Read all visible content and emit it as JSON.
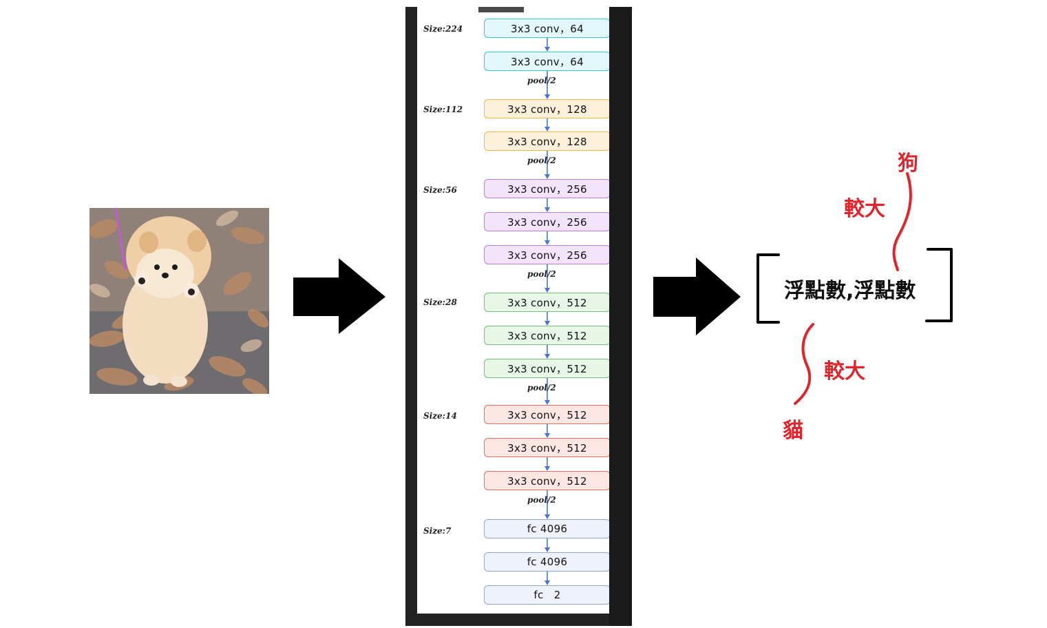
{
  "network": {
    "layers": [
      {
        "label": "3x3 conv，64",
        "color": "cyan"
      },
      {
        "label": "3x3 conv，64",
        "color": "cyan"
      },
      {
        "label": "3x3 conv，128",
        "color": "orange"
      },
      {
        "label": "3x3 conv，128",
        "color": "orange"
      },
      {
        "label": "3x3 conv，256",
        "color": "purple"
      },
      {
        "label": "3x3 conv，256",
        "color": "purple"
      },
      {
        "label": "3x3 conv，256",
        "color": "purple"
      },
      {
        "label": "3x3 conv，512",
        "color": "green"
      },
      {
        "label": "3x3 conv，512",
        "color": "green"
      },
      {
        "label": "3x3 conv，512",
        "color": "green"
      },
      {
        "label": "3x3 conv，512",
        "color": "red"
      },
      {
        "label": "3x3 conv，512",
        "color": "red"
      },
      {
        "label": "3x3 conv，512",
        "color": "red"
      },
      {
        "label": "fc 4096",
        "color": "blue"
      },
      {
        "label": "fc 4096",
        "color": "blue"
      },
      {
        "label": "fc   2",
        "color": "blue"
      }
    ],
    "size_labels": [
      "Size:224",
      "Size:112",
      "Size:56",
      "Size:28",
      "Size:14",
      "Size:7"
    ],
    "pool_label": "pool/2",
    "colors": {
      "cyan": {
        "fill": "#e3f8fb",
        "stroke": "#3cc5d8"
      },
      "orange": {
        "fill": "#fdf1dc",
        "stroke": "#f0b450"
      },
      "purple": {
        "fill": "#f1e4fb",
        "stroke": "#b77ce0"
      },
      "green": {
        "fill": "#e7f6e7",
        "stroke": "#72c472"
      },
      "red": {
        "fill": "#fde6e3",
        "stroke": "#e56f5f"
      },
      "blue": {
        "fill": "#eef2fd",
        "stroke": "#8ea6dc"
      },
      "arrow": "#4a74d8"
    }
  },
  "output": {
    "vector_text": "浮點數,浮點數",
    "label_dog": "狗",
    "label_cat": "貓",
    "label_larger_top": "較大",
    "label_larger_bottom": "較大",
    "annotation_color": "#e0242b"
  }
}
